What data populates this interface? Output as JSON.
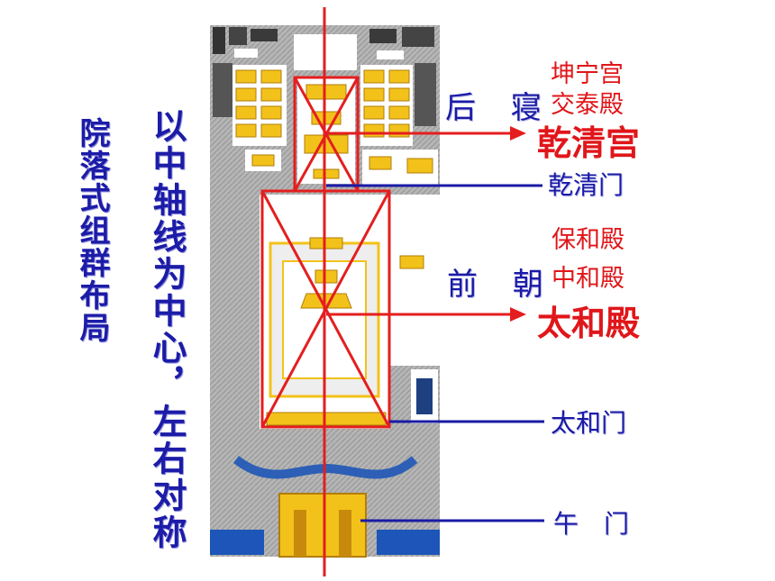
{
  "titles": {
    "layout": "院落式组群布局",
    "axis": "以中轴线为中心，左右对称"
  },
  "sections": {
    "rear": "后 寝",
    "front": "前 朝"
  },
  "labels": {
    "kunning": "坤宁宫",
    "jiaotai": "交泰殿",
    "qianqing_palace": "乾清宫",
    "qianqing_gate": "乾清门",
    "baohe": "保和殿",
    "zhonghe": "中和殿",
    "taihe_hall": "太和殿",
    "taihe_gate": "太和门",
    "wumen": "午　门"
  },
  "colors": {
    "axis_line": "#e41e1e",
    "pointer_blue": "#1a1aa6",
    "label_red": "#e0161a",
    "label_blue": "#1a1aa6",
    "building_yellow": "#f2c21a",
    "moat_blue": "#2c5fb5"
  }
}
